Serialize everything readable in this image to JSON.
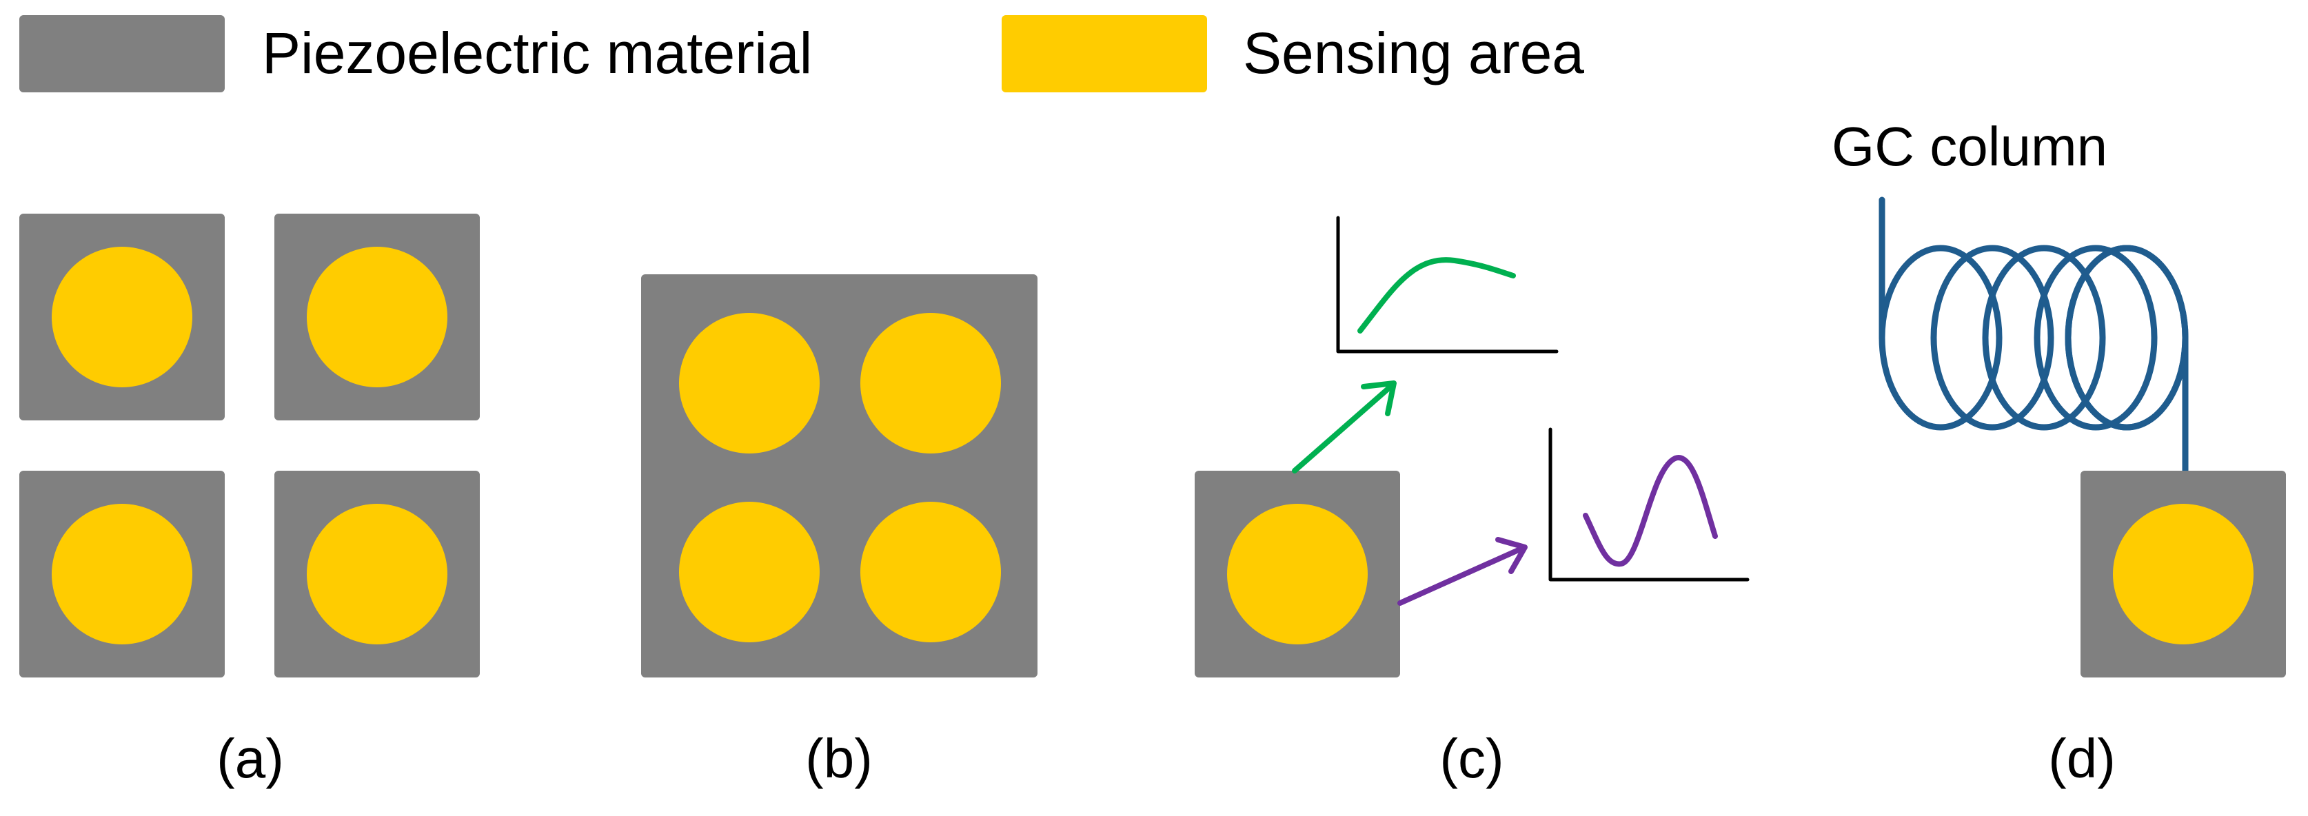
{
  "colors": {
    "piezo": "#808080",
    "sensing": "#FFCC00",
    "green_curve": "#00B050",
    "purple_curve": "#7030A0",
    "gc_column": "#1F5C8E",
    "axis": "#000000"
  },
  "legend": {
    "piezo_label": "Piezoelectric material",
    "sensing_label": "Sensing area"
  },
  "panels": {
    "a": {
      "caption": "(a)"
    },
    "b": {
      "caption": "(b)"
    },
    "c": {
      "caption": "(c)"
    },
    "d": {
      "caption": "(d)",
      "gc_label": "GC column"
    }
  }
}
